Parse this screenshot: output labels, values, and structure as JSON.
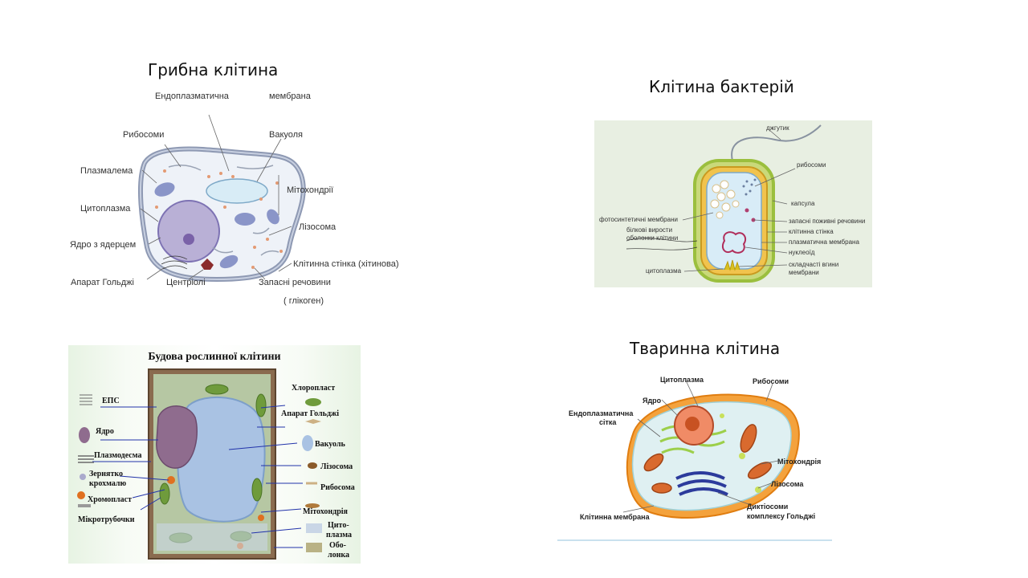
{
  "titles": {
    "fungal": "Грибна клітина",
    "bacterial": "Клітина бактерій",
    "animal": "Тваринна клітина"
  },
  "fungal": {
    "labels": {
      "er": "Ендоплазматична",
      "membrane": "мембрана",
      "ribosomes": "Рибосоми",
      "vacuole": "Вакуоля",
      "plasmalemma": "Плазмалема",
      "mitochondria": "Мітохондрії",
      "cytoplasm": "Цитоплазма",
      "lysosome": "Лізосома",
      "nucleus": "Ядро з ядерцем",
      "cell_wall": "Клітинна стінка (хітинова)",
      "golgi": "Апарат Гольджі",
      "centrioles": "Центріолі",
      "reserve": "Запасні речовини",
      "glycogen": "( глікоген)"
    }
  },
  "bacterial": {
    "labels": {
      "flagellum": "джгутик",
      "ribosomes": "рибосоми",
      "capsule": "капсула",
      "photo_membranes": "фотосинтетичні мембрани",
      "reserve": "запасні поживні речовини",
      "protein_1": "білкові виpости",
      "protein_2": "оболонки клітини",
      "cell_wall": "клітинна стінка",
      "plasma_membrane": "плазматична мембрана",
      "nucleoid": "нуклеоїд",
      "folds_1": "складчасті вгини",
      "folds_2": "мембрани",
      "cytoplasm": "цитоплазма"
    }
  },
  "plant": {
    "title": "Будова рослинної клітини",
    "labels": {
      "eps": "ЕПС",
      "nucleus": "Ядро",
      "plasmodesma": "Плазмодесма",
      "starch_1": "Зернятко",
      "starch_2": "крохмалю",
      "chromoplast": "Хромопласт",
      "microtubules": "Мікротрубочки",
      "chloroplast": "Хлоропласт",
      "golgi": "Апарат Гольджі",
      "vacuole": "Вакуоль",
      "lysosome": "Лізосома",
      "ribosome": "Рибосома",
      "mitochondria": "Мітохондрія",
      "cyto_1": "Цито-",
      "cyto_2": "плазма",
      "wall_1": "Обо-",
      "wall_2": "лонка"
    }
  },
  "animal": {
    "labels": {
      "cytoplasm": "Цитоплазма",
      "ribosomes": "Рибосоми",
      "nucleus": "Ядро",
      "er_1": "Ендоплазматична",
      "er_2": "сітка",
      "mitochondria": "Мітохондрія",
      "lysosome": "Лізосома",
      "membrane": "Клітинна мембрана",
      "golgi_1": "Диктіосоми",
      "golgi_2": "комплексу Гольджі"
    }
  }
}
